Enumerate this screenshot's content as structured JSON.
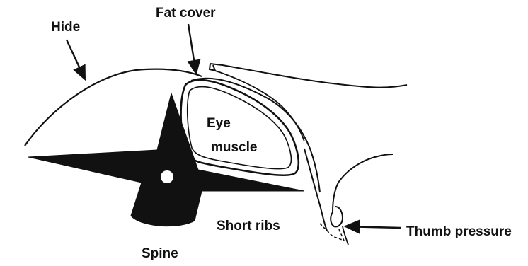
{
  "labels": {
    "hide": "Hide",
    "fat_cover": "Fat cover",
    "eye_muscle_line1": "Eye",
    "eye_muscle_line2": "muscle",
    "short_ribs": "Short ribs",
    "spine": "Spine",
    "thumb_pressure": "Thumb pressure"
  },
  "colors": {
    "ink": "#111111",
    "background": "#ffffff"
  }
}
